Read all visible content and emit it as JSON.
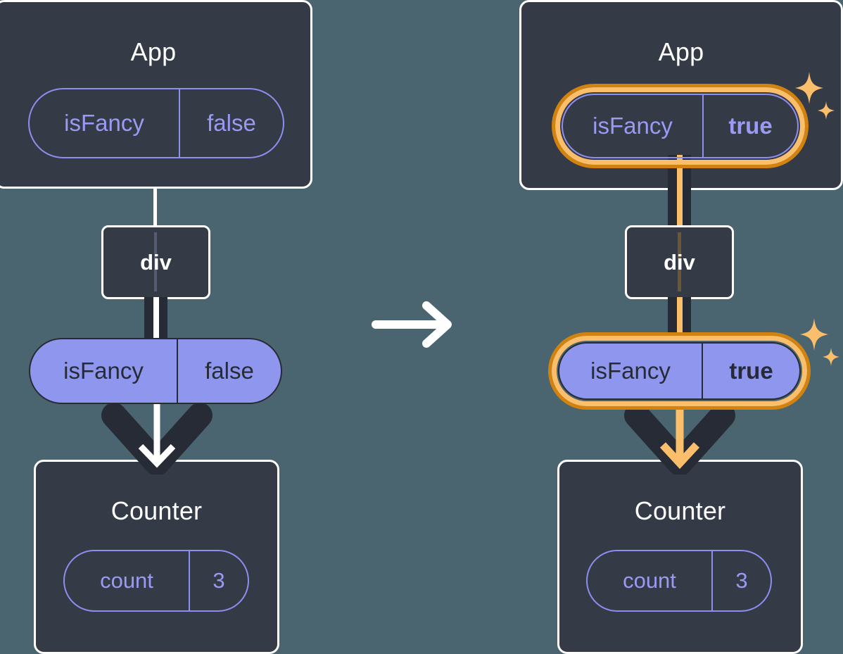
{
  "diagram": {
    "title_alt": "React state flow: isFancy prop updates from false to true",
    "background_color": "#4a6570",
    "node_fill": "#343a46",
    "node_stroke": "#ffffff",
    "pill_outline_stroke": "#8e8ef0",
    "pill_outline_text": "#9a9af5",
    "pill_solid_fill": "#8e96ee",
    "pill_solid_stroke": "#262b36",
    "highlight_outer": "#d2830f",
    "highlight_inner": "#fbbf6c",
    "sparkle_color": "#fbbf6c",
    "connector_dark": "#262b36",
    "connector_light": "#ffffff",
    "connector_accent": "#fbbf6c"
  },
  "transition": {
    "icon": "arrow-right-icon",
    "color": "#ffffff"
  },
  "panels": [
    {
      "id": "before",
      "app": {
        "title": "App",
        "state_pill": {
          "key": "isFancy",
          "value": "false",
          "value_bold": false,
          "style": "outline",
          "highlighted": false
        }
      },
      "div": {
        "label": "div"
      },
      "prop_pill": {
        "key": "isFancy",
        "value": "false",
        "value_bold": false,
        "style": "solid",
        "highlighted": false
      },
      "counter": {
        "title": "Counter",
        "state_pill": {
          "key": "count",
          "value": "3",
          "value_bold": false,
          "style": "outline",
          "highlighted": false
        }
      },
      "sparkles": false
    },
    {
      "id": "after",
      "app": {
        "title": "App",
        "state_pill": {
          "key": "isFancy",
          "value": "true",
          "value_bold": true,
          "style": "outline",
          "highlighted": true
        }
      },
      "div": {
        "label": "div"
      },
      "prop_pill": {
        "key": "isFancy",
        "value": "true",
        "value_bold": true,
        "style": "solid",
        "highlighted": true
      },
      "counter": {
        "title": "Counter",
        "state_pill": {
          "key": "count",
          "value": "3",
          "value_bold": false,
          "style": "outline",
          "highlighted": false
        }
      },
      "sparkles": true
    }
  ]
}
